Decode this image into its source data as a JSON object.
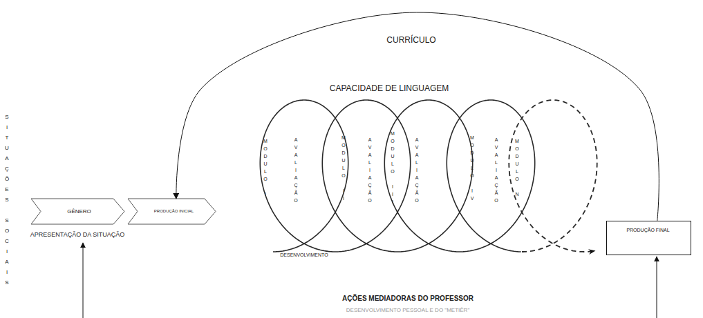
{
  "diagram": {
    "nodes": [
      {
        "text": [
          "GÊNERO"
        ]
      },
      {
        "text": [
          "PRODUÇÃO INICIAL"
        ]
      },
      {
        "text": [
          "PRODUÇÃO FINAL"
        ]
      }
    ],
    "edges": [
      {
        "from": 2,
        "to": 1,
        "arrow": "to",
        "label": "CURRÍCULO"
      }
    ],
    "labels": [
      "CAPACIDADE DE LINGUAGEM",
      "SITUAÇÕES SOCIAIS",
      "APRESENTAÇÃO DA SITUAÇÃO",
      "MODULO I",
      "AVALIAÇÃO",
      "MODULO II",
      "AVALIAÇÃO",
      "MODULO III",
      "AVALIAÇÃO",
      "MODULO IV",
      "AVALIAÇÃO",
      "MODULO N",
      "DESENVOLVIMENTO",
      "AÇÕES MEDIADORAS DO PROFESSOR",
      "DESENVOLVIMENTO PESSOAL E DO \"METIÊR\""
    ]
  }
}
